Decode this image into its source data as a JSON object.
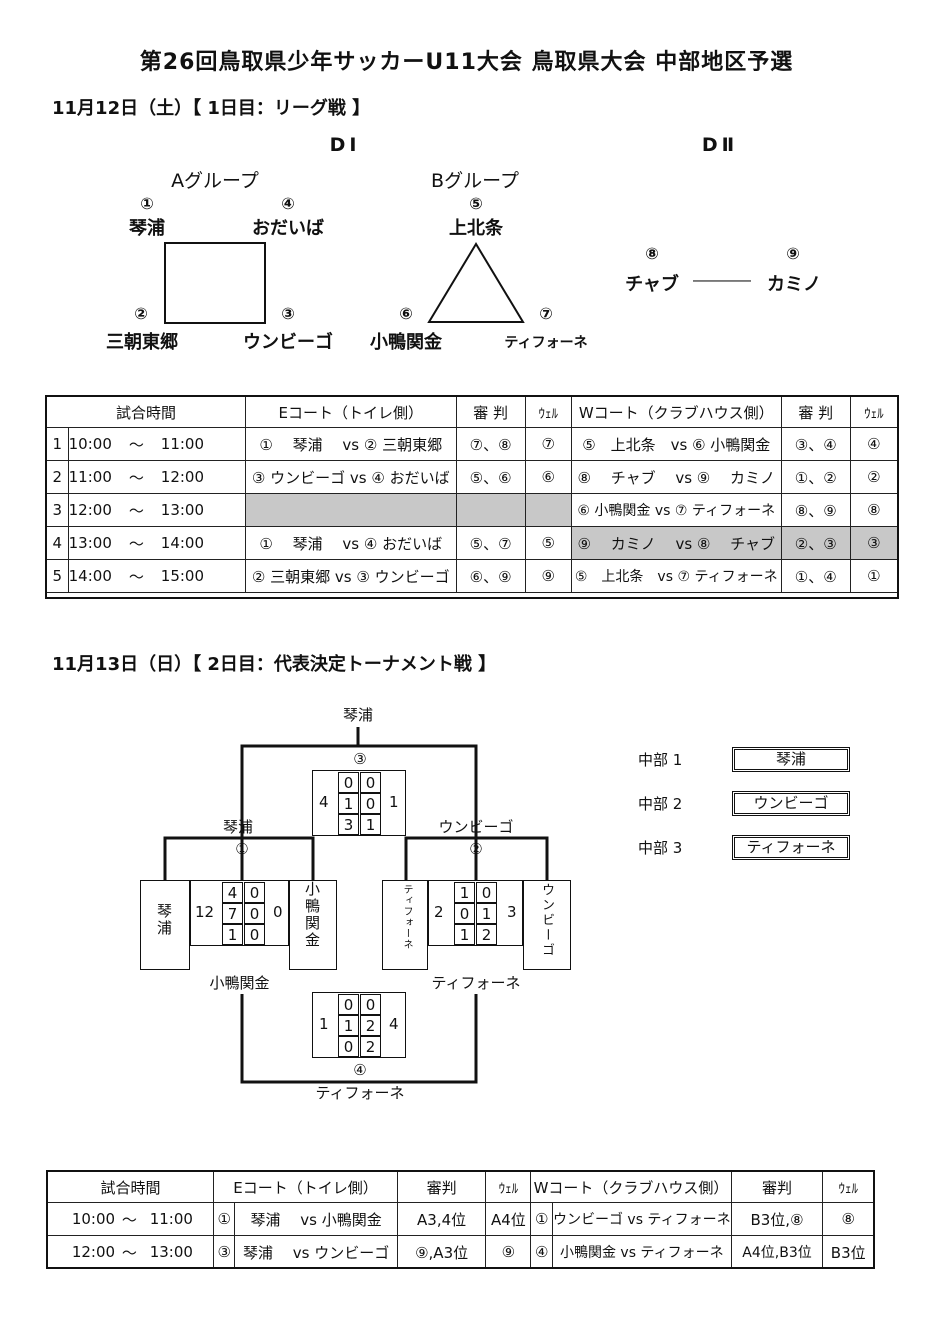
{
  "title": "第26回鳥取県少年サッカーU11大会 鳥取県大会 中部地区予選",
  "day1": {
    "heading": "11月12日（土）【 1日目：リーグ戦 】",
    "division1": "DⅠ",
    "division2": "DⅡ",
    "groupA": {
      "name": "Aグループ",
      "teams": [
        {
          "num": "①",
          "name": "琴浦"
        },
        {
          "num": "④",
          "name": "おだいば"
        },
        {
          "num": "②",
          "name": "三朝東郷"
        },
        {
          "num": "③",
          "name": "ウンビーゴ"
        }
      ]
    },
    "groupB": {
      "name": "Bグループ",
      "teams": [
        {
          "num": "⑤",
          "name": "上北条"
        },
        {
          "num": "⑥",
          "name": "小鴨関金"
        },
        {
          "num": "⑦",
          "name": "ティフォーネ"
        }
      ]
    },
    "div2": {
      "teams": [
        {
          "num": "⑧",
          "name": "チャブ"
        },
        {
          "num": "⑨",
          "name": "カミノ"
        }
      ],
      "connector": "――――"
    },
    "table": {
      "headers": [
        "試合時間",
        "Eコート（トイレ側）",
        "審 判",
        "ｳｪﾙ",
        "Wコート（クラブハウス側）",
        "審 判",
        "ｳｪﾙ"
      ],
      "rows": [
        {
          "no": "1",
          "start": "10:00",
          "tilde": "～",
          "end": "11:00",
          "e_match": "①　 琴浦　 vs ② 三朝東郷",
          "e_ref": "⑦、⑧",
          "e_well": "⑦",
          "w_match": "⑤　上北条　vs ⑥ 小鴨関金",
          "w_ref": "③、④",
          "w_well": "④"
        },
        {
          "no": "2",
          "start": "11:00",
          "tilde": "～",
          "end": "12:00",
          "e_match": "③ ウンビーゴ vs ④ おだいば",
          "e_ref": "⑤、⑥",
          "e_well": "⑥",
          "w_match": "⑧　 チャブ　 vs ⑨　 カミノ",
          "w_ref": "①、②",
          "w_well": "②"
        },
        {
          "no": "3",
          "start": "12:00",
          "tilde": "～",
          "end": "13:00",
          "e_match": "",
          "e_ref": "",
          "e_well": "",
          "w_match": "⑥ 小鴨関金 vs ⑦ ティフォーネ",
          "w_ref": "⑧、⑨",
          "w_well": "⑧"
        },
        {
          "no": "4",
          "start": "13:00",
          "tilde": "～",
          "end": "14:00",
          "e_match": "①　 琴浦　 vs ④ おだいば",
          "e_ref": "⑤、⑦",
          "e_well": "⑤",
          "w_match": "⑨　 カミノ　 vs ⑧　 チャブ",
          "w_ref": "②、③",
          "w_well": "③"
        },
        {
          "no": "5",
          "start": "14:00",
          "tilde": "～",
          "end": "15:00",
          "e_match": "② 三朝東郷 vs ③ ウンビーゴ",
          "e_ref": "⑥、⑨",
          "e_well": "⑨",
          "w_match": "⑤　上北条　vs ⑦ ティフォーネ",
          "w_ref": "①、④",
          "w_well": "①"
        }
      ]
    }
  },
  "day2": {
    "heading": "11月13日（日）【 2日目：代表決定トーナメント戦 】",
    "bracket": {
      "final_winner": "琴浦",
      "final_num": "③",
      "final_score": {
        "left_total": "4",
        "right_total": "1",
        "rows": [
          [
            "0",
            "0"
          ],
          [
            "1",
            "0"
          ],
          [
            "3",
            "1"
          ]
        ]
      },
      "semi1_winner": "琴浦",
      "semi1_num": "①",
      "semi1_left_team": "琴浦",
      "semi1_right_team": "小鴨関金",
      "semi1_loser": "小鴨関金",
      "semi1_score": {
        "left_total": "12",
        "right_total": "0",
        "rows": [
          [
            "4",
            "0"
          ],
          [
            "7",
            "0"
          ],
          [
            "1",
            "0"
          ]
        ]
      },
      "semi2_winner": "ウンビーゴ",
      "semi2_num": "②",
      "semi2_left_team": "ティフォーネ",
      "semi2_right_team": "ウンビーゴ",
      "semi2_loser": "ティフォーネ",
      "semi2_score": {
        "left_total": "2",
        "right_total": "3",
        "rows": [
          [
            "1",
            "0"
          ],
          [
            "0",
            "1"
          ],
          [
            "1",
            "2"
          ]
        ]
      },
      "third_score": {
        "left_total": "1",
        "right_total": "4",
        "rows": [
          [
            "0",
            "0"
          ],
          [
            "1",
            "2"
          ],
          [
            "0",
            "2"
          ]
        ]
      },
      "third_num": "④",
      "third_winner": "ティフォーネ"
    },
    "results": [
      {
        "label": "中部 1",
        "team": "琴浦"
      },
      {
        "label": "中部 2",
        "team": "ウンビーゴ"
      },
      {
        "label": "中部 3",
        "team": "ティフォーネ"
      }
    ],
    "table": {
      "headers": [
        "試合時間",
        "Eコート（トイレ側）",
        "審判",
        "ｳｪﾙ",
        "Wコート（クラブハウス側）",
        "審判",
        "ｳｪﾙ"
      ],
      "rows": [
        {
          "start": "10:00",
          "tilde": "～",
          "end": "11:00",
          "e_no": "①",
          "e_match": "琴浦　 vs 小鴨関金",
          "e_ref": "A3,4位",
          "e_well": "A4位",
          "w_no": "①",
          "w_match": "ウンビーゴ vs ティフォーネ",
          "w_ref": "B3位,⑧",
          "w_well": "⑧"
        },
        {
          "start": "12:00",
          "tilde": "～",
          "end": "13:00",
          "e_no": "③",
          "e_match": "琴浦　 vs ウンビーゴ",
          "e_ref": "⑨,A3位",
          "e_well": "⑨",
          "w_no": "④",
          "w_match": "小鴨関金 vs ティフォーネ",
          "w_ref": "A4位,B3位",
          "w_well": "B3位"
        }
      ]
    }
  }
}
